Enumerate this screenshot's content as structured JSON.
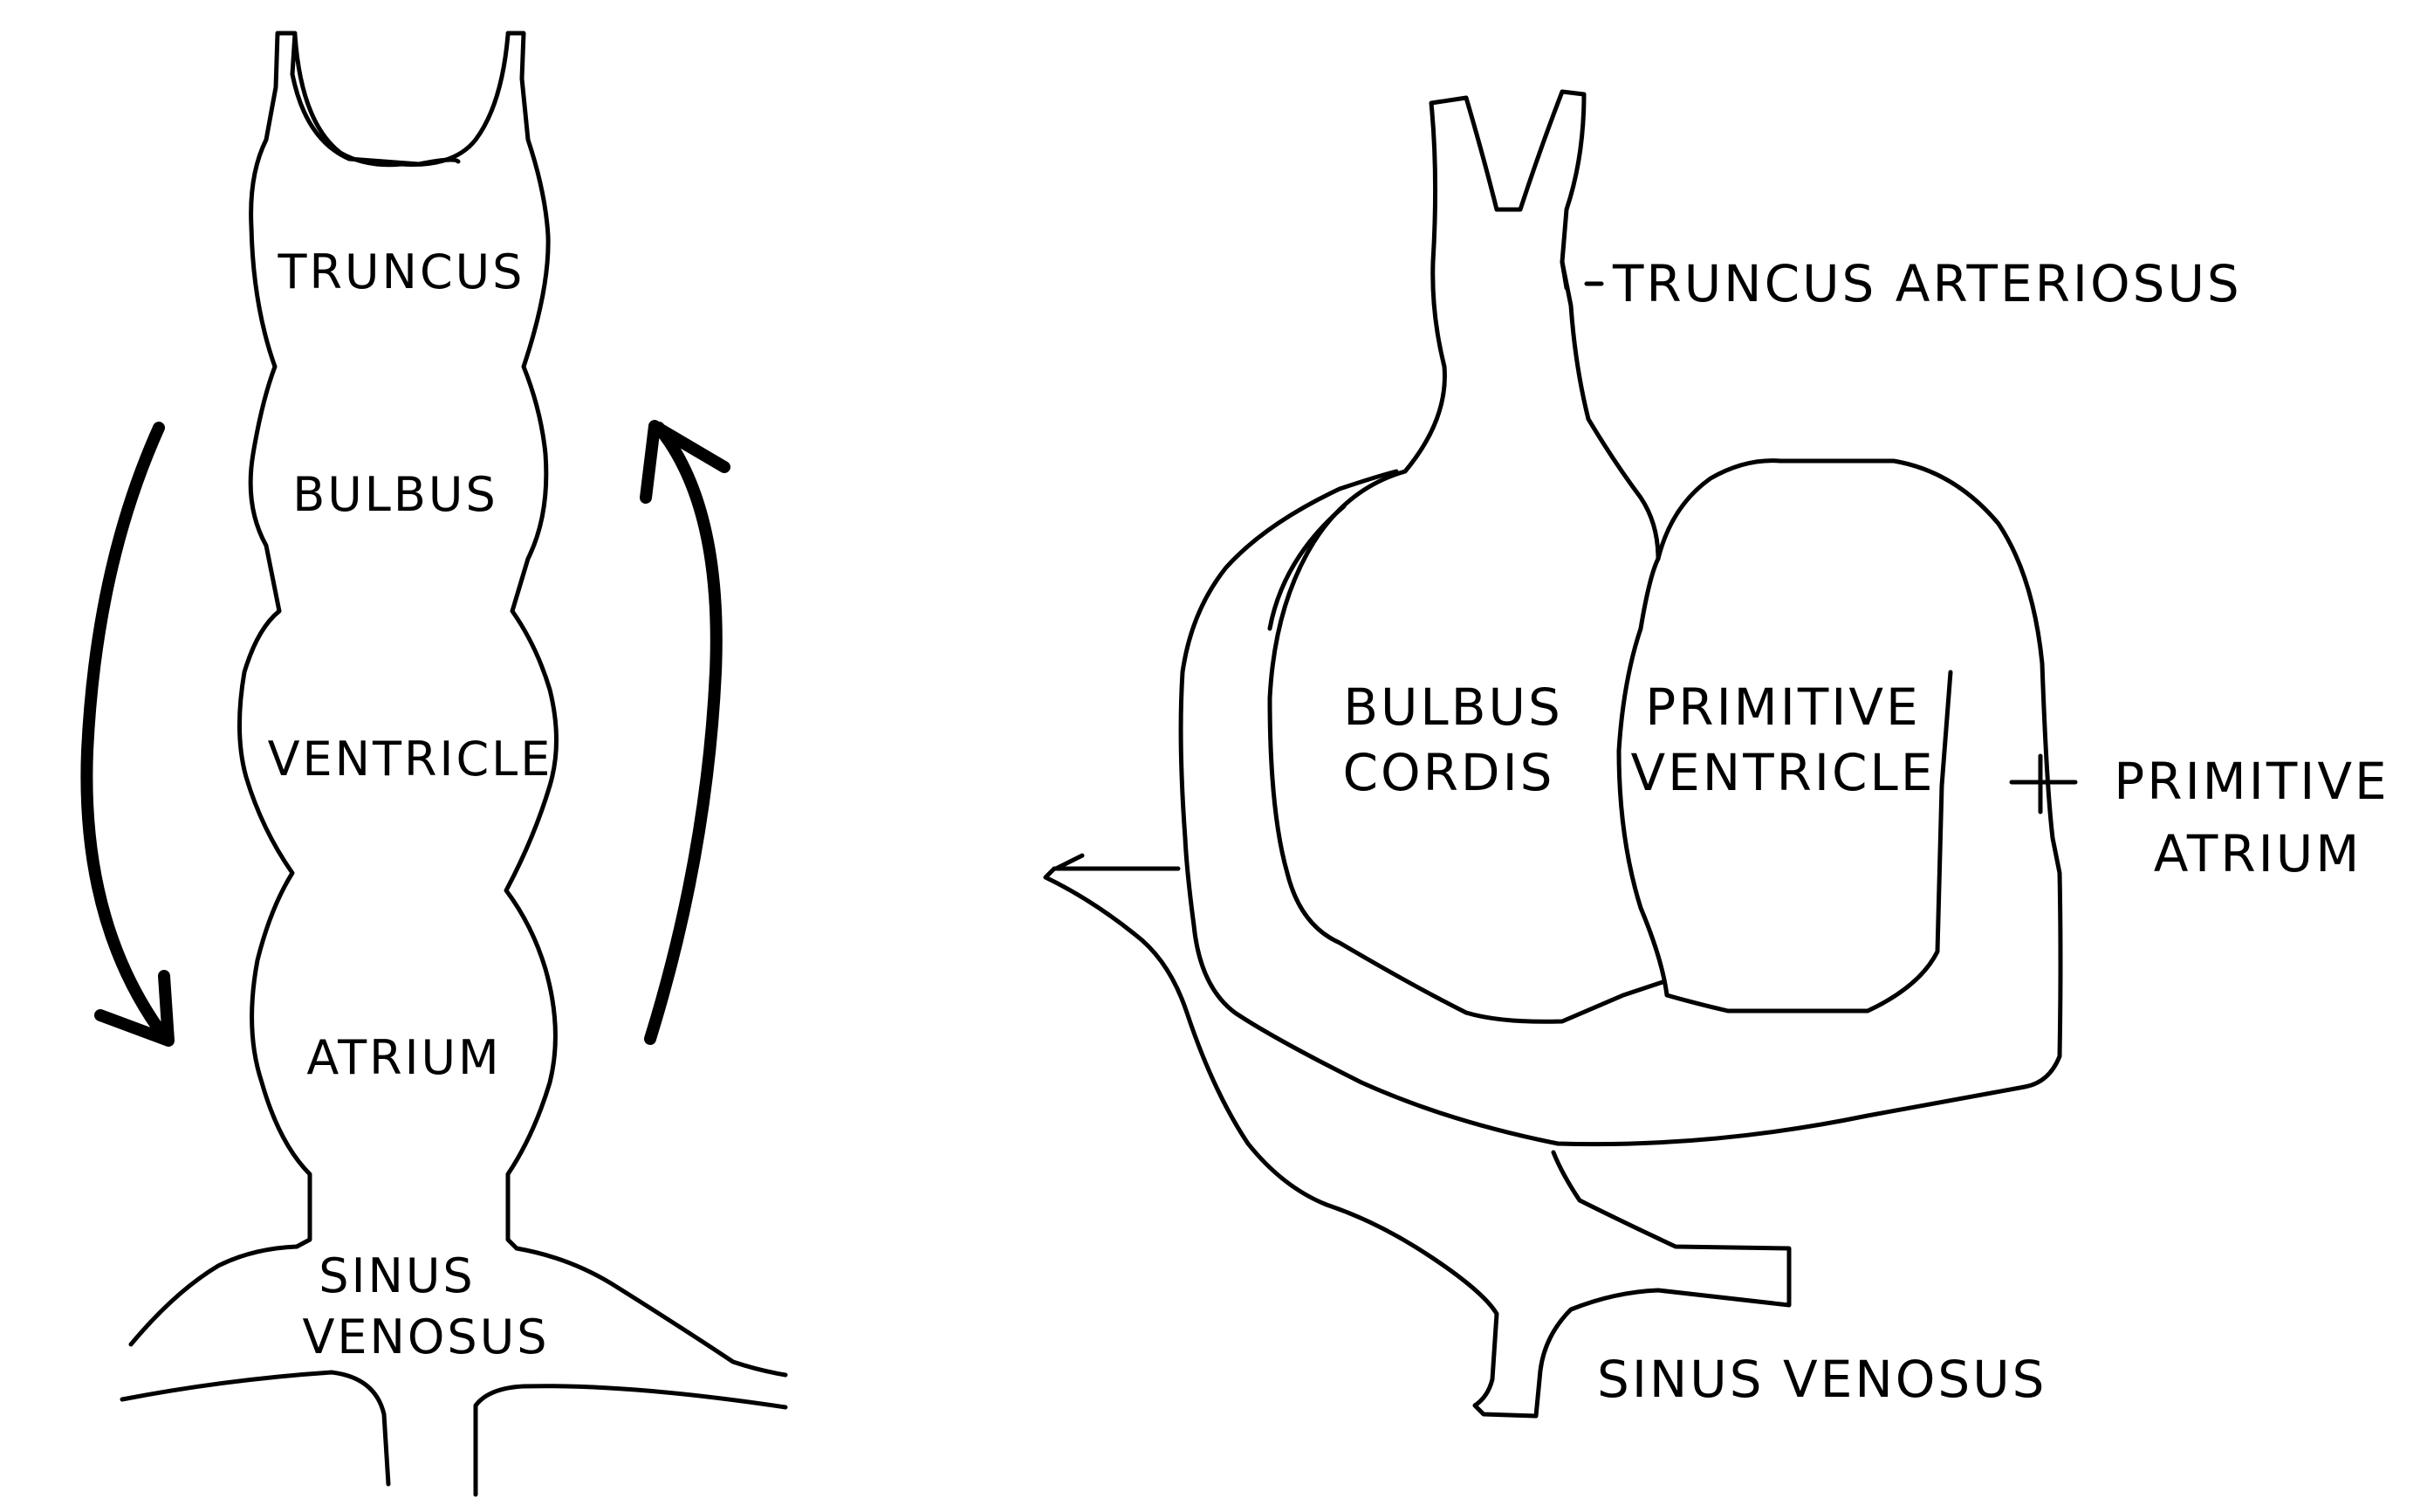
{
  "embryonic_heart": {
    "straight_tube": {
      "labels": {
        "truncus": "TRUNCUS",
        "bulbus": "BULBUS",
        "ventricle": "VENTRICLE",
        "atrium": "ATRIUM",
        "sinus_line1": "SINUS",
        "sinus_line2": "VENOSUS"
      }
    },
    "looped_heart": {
      "labels": {
        "truncus_arteriosus": "TRUNCUS ARTERIOSUS",
        "bulbus_line1": "BULBUS",
        "bulbus_line2": "CORDIS",
        "ventricle_line1": "PRIMITIVE",
        "ventricle_line2": "VENTRICLE",
        "atrium_line1": "PRIMITIVE",
        "atrium_line2": "ATRIUM",
        "sinus_venosus": "SINUS VENOSUS"
      }
    }
  },
  "colors": {
    "line": "#000000",
    "background": "#ffffff"
  }
}
